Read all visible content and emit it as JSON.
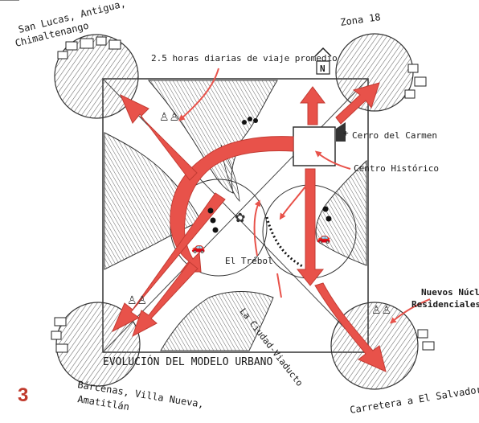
{
  "figure_number": "3",
  "title": "EVOLUCIÓN DEL MODELO URBANO",
  "labels": {
    "nw_zone_line1": "San Lucas, Antigua,",
    "nw_zone_line2": "Chimaltenango",
    "ne_zone": "Zona 18",
    "sw_zone_line1": "Bárcenas, Villa Nueva,",
    "sw_zone_line2": "Amatitlán",
    "se_zone": "Carretera a El Salvador",
    "travel_time": "2.5 horas diarias de viaje promedio",
    "north_symbol": "N",
    "cerro": "Cerro del Carmen",
    "centro": "Centro Histórico",
    "trebol": "El Trébol",
    "ciudad_viaducto": "La Ciudad-Viaducto",
    "nuevos_line1": "Nuevos Núcle",
    "nuevos_line2": "Residenciales"
  },
  "colors": {
    "arrow_red": "#e8524a",
    "arrow_stroke": "#c23b33",
    "ink": "#1a1a1a",
    "hatch_gray": "#7a7a7a"
  },
  "icons": [
    "north-arrow-icon",
    "church-icon",
    "car-icon",
    "pedestrian-icon",
    "house-cluster-icon",
    "clover-icon"
  ]
}
